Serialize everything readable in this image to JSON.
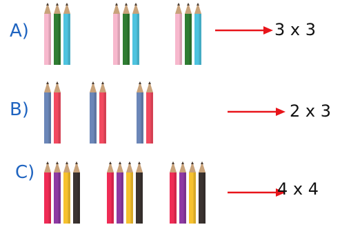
{
  "rows": [
    {
      "id": "a",
      "label": "A)",
      "expression": "3 x 3",
      "groups": 3,
      "pencils": [
        {
          "color": "pink",
          "body": "#f7b8cd"
        },
        {
          "color": "green",
          "body": "#2f7d32"
        },
        {
          "color": "cyan",
          "body": "#4ec3df"
        }
      ]
    },
    {
      "id": "b",
      "label": "B)",
      "expression": "2 x 3",
      "groups": 3,
      "pencils": [
        {
          "color": "blue",
          "body": "#6b86b8"
        },
        {
          "color": "red",
          "body": "#f2495f"
        }
      ]
    },
    {
      "id": "c",
      "label": "C)",
      "expression": "4 x 4",
      "groups": 3,
      "pencils": [
        {
          "color": "red",
          "body": "#ef2b55"
        },
        {
          "color": "purple",
          "body": "#8e3aa3"
        },
        {
          "color": "yellow",
          "body": "#f6c12e"
        },
        {
          "color": "black",
          "body": "#3b3330"
        }
      ]
    }
  ],
  "colors": {
    "label": "#1f64c0",
    "arrow": "#e8141a",
    "text": "#111111",
    "pencil_wood": "#c8a27a",
    "pencil_lead": "#4a3b30"
  }
}
